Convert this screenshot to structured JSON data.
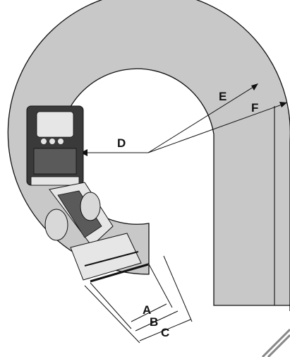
{
  "diagram": {
    "labels": {
      "a": "A",
      "b": "B",
      "c": "C",
      "d": "D",
      "e": "E",
      "f": "F"
    },
    "colors": {
      "track": "#c8c8c8",
      "line": "#111111",
      "background": "#ffffff",
      "machine_dark": "#3a3a3a",
      "machine_light": "#e6e6e6"
    }
  }
}
